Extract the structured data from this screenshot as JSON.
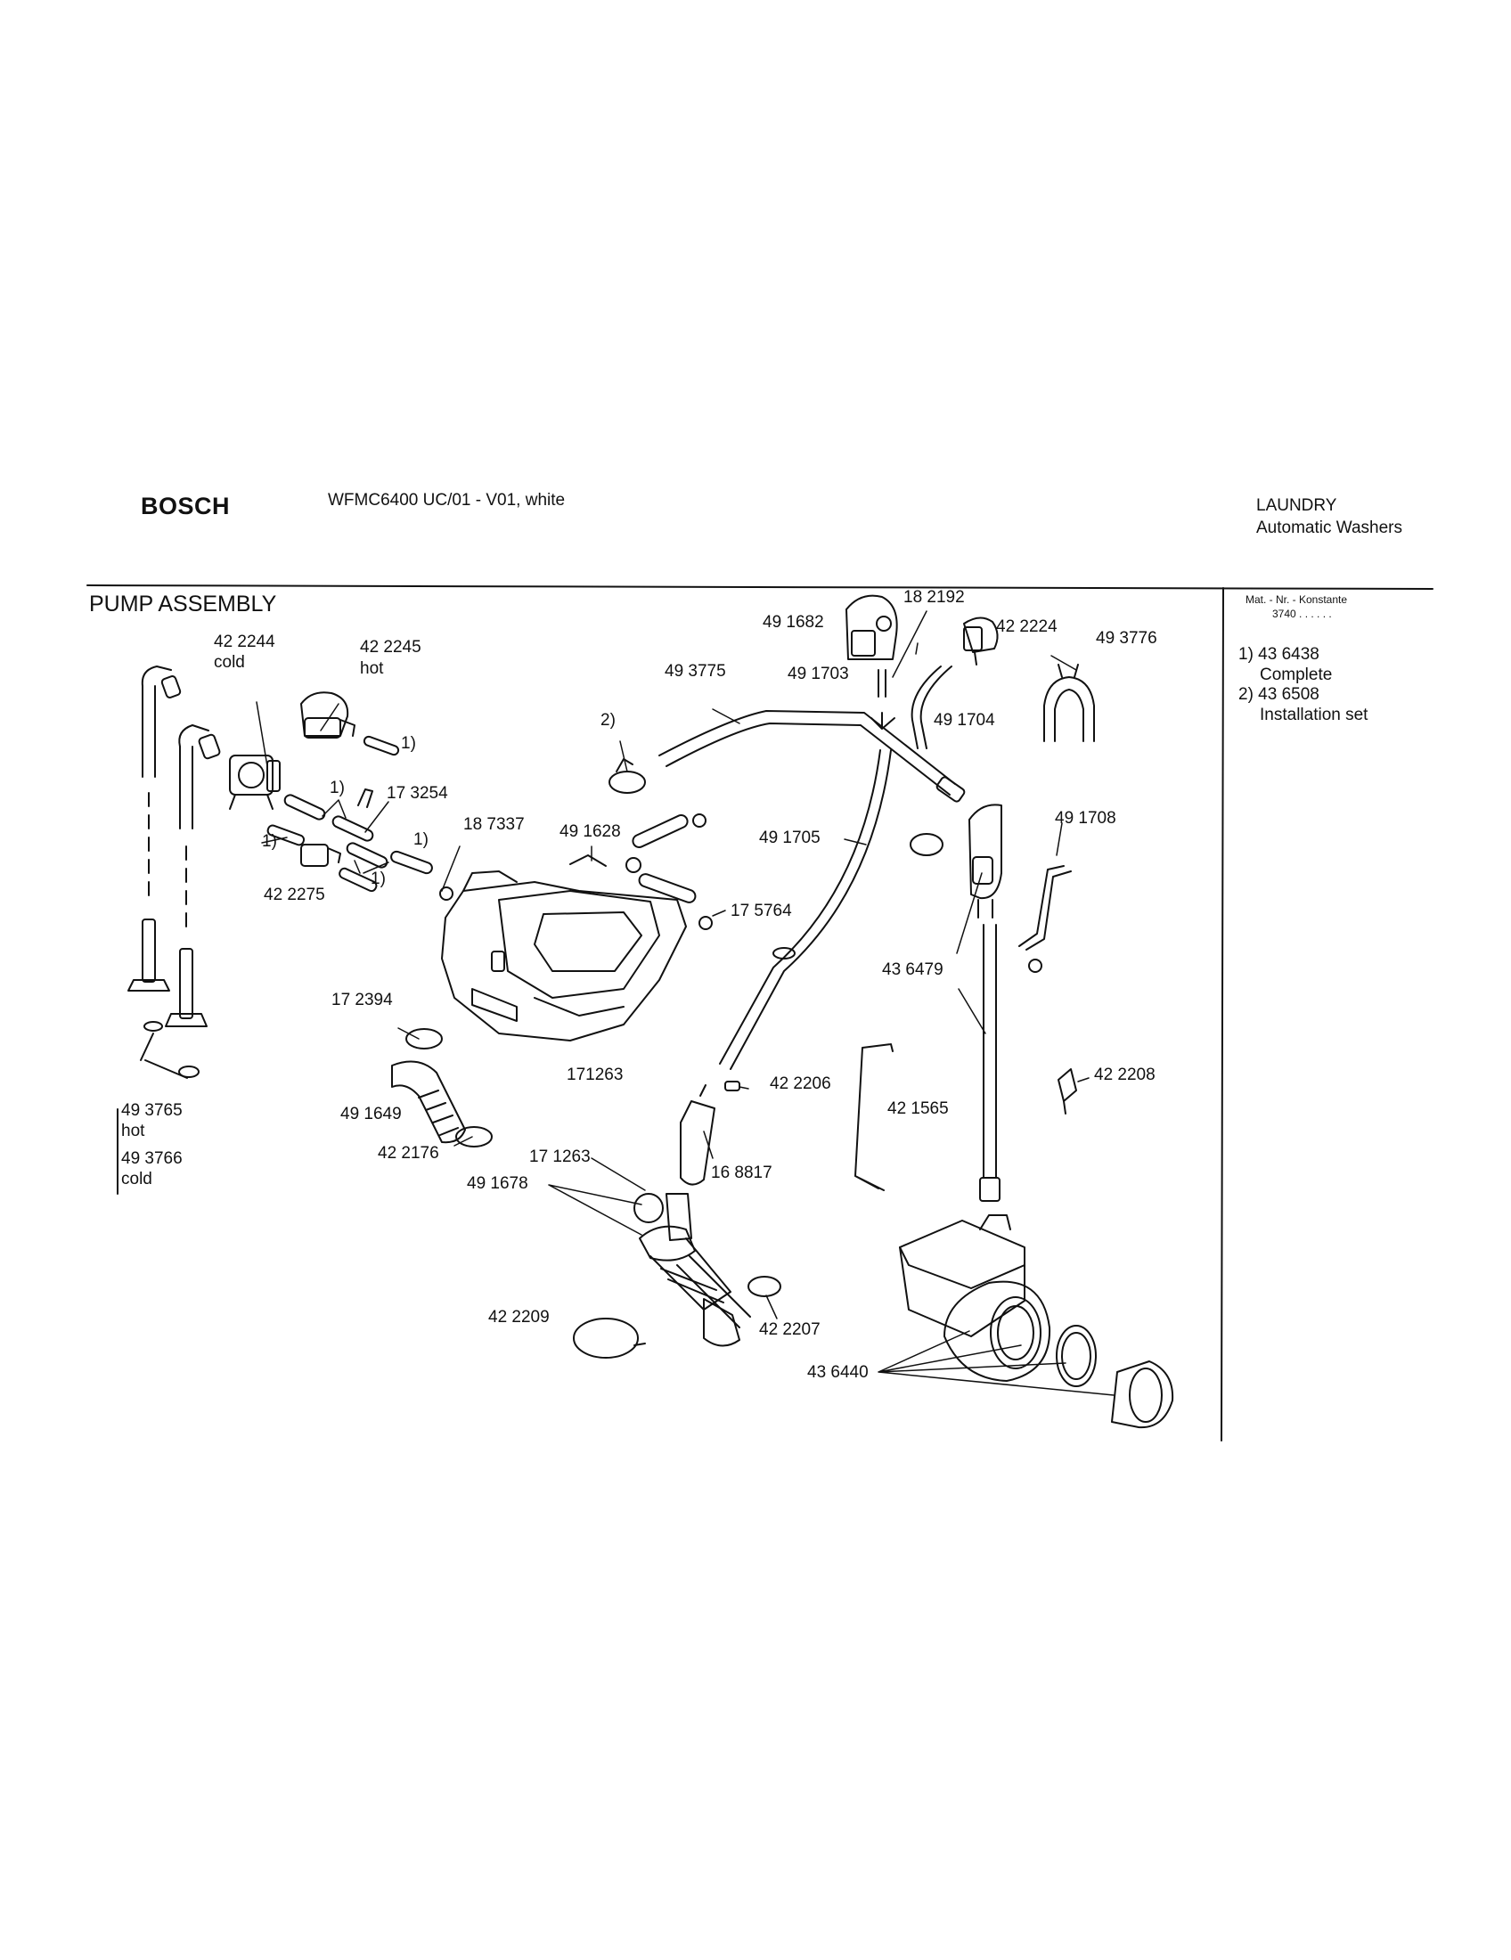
{
  "header": {
    "brand": "BOSCH",
    "model": "WFMC6400 UC/01 - V01, white",
    "category_line1": "LAUNDRY",
    "category_line2": "Automatic Washers"
  },
  "section_title": "PUMP ASSEMBLY",
  "sidebar": {
    "heading": "Mat. - Nr. - Konstante",
    "heading_value": "3740 . .  . . . .",
    "notes": [
      {
        "key": "1) 43 6438",
        "desc": "Complete"
      },
      {
        "key": "2) 43 6508",
        "desc": "Installation set"
      }
    ]
  },
  "labels": {
    "p422244": "42 2244",
    "cold1": "cold",
    "p422245": "42 2245",
    "hot1": "hot",
    "p491682": "49 1682",
    "p182192": "18 2192",
    "p422224": "42 2224",
    "p493776": "49 3776",
    "p493775": "49 3775",
    "p491703": "49 1703",
    "p491704": "49 1704",
    "n2": "2)",
    "n1a": "1)",
    "n1b": "1)",
    "n1c": "1)",
    "n1d": "1)",
    "n1e": "1)",
    "p173254": "17 3254",
    "p187337": "18 7337",
    "p491628": "49 1628",
    "p491705": "49 1705",
    "p491708": "49 1708",
    "p422275": "42 2275",
    "p175764": "17 5764",
    "p436479": "43 6479",
    "p172394": "17 2394",
    "p171263a": "171263",
    "p422206": "42 2206",
    "p422208": "42 2208",
    "p421565": "42 1565",
    "p493765": "49 3765",
    "hot2": "hot",
    "p493766": "49 3766",
    "cold2": "cold",
    "p491649": "49 1649",
    "p422176": "42 2176",
    "p171263b": "17 1263",
    "p168817": "16 8817",
    "p491678": "49 1678",
    "p422209": "42 2209",
    "p422207": "42 2207",
    "p436440": "43 6440"
  }
}
